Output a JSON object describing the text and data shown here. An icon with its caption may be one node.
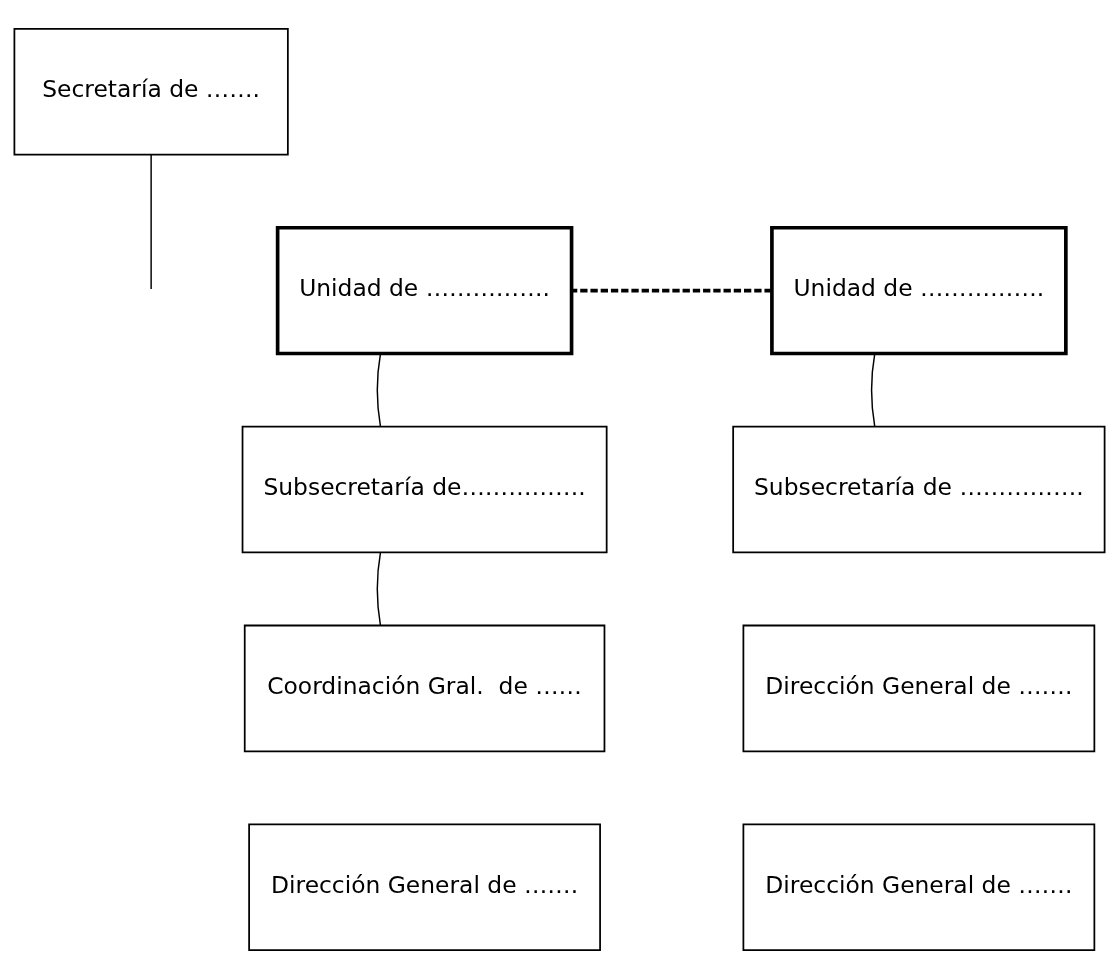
{
  "diagram": {
    "nodes": [
      {
        "text": [
          "Secretaría de ……."
        ]
      },
      {
        "text": [
          "Unidad de ……………."
        ]
      },
      {
        "text": [
          "Unidad de ……………."
        ]
      },
      {
        "text": [
          "Subsecretaría de ……………."
        ]
      },
      {
        "text": [
          "Subsecretaría de……………."
        ]
      },
      {
        "text": [
          "Dirección General de ……."
        ]
      },
      {
        "text": [
          "Dirección General de ……."
        ]
      },
      {
        "text": [
          "Coordinación Gral.  de ……"
        ]
      },
      {
        "text": [
          "Dirección General de ……."
        ]
      }
    ],
    "edges": [
      {
        "from": 0,
        "to": null,
        "arrow": "none"
      },
      {
        "from": 1,
        "to": 2,
        "arrow": "none",
        "style": "dashed"
      },
      {
        "from": 1,
        "to": 3,
        "arrow": "none"
      },
      {
        "from": 2,
        "to": 4,
        "arrow": "none"
      },
      {
        "from": 4,
        "to": 7,
        "arrow": "none"
      }
    ]
  }
}
